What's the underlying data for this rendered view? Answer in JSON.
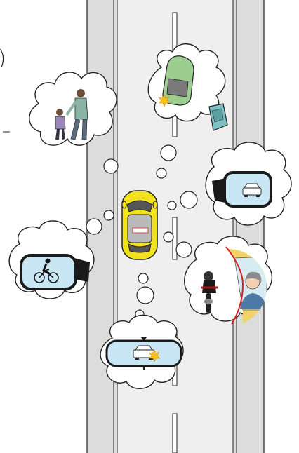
{
  "scene": {
    "road_color": "#ebebeb",
    "sidewalk_color": "#dcdcdc",
    "line_color": "#222222",
    "ego_car_color": "#f2e21c",
    "parked_car_color": "#9ccf8f",
    "open_door_color": "#7cc1c4",
    "mirror_glass_color": "#c9e6f5",
    "mirror_frame_color": "#1a1a1a",
    "cloud_fill": "#ffffff",
    "cloud_stroke": "#222222",
    "collision_flash_color": "#f7c21b",
    "red_edge_color": "#d62020",
    "thoughts": [
      {
        "id": "pedestrian-child-and-adult",
        "icon": "pedestrians-icon"
      },
      {
        "id": "car-door-opening",
        "icon": "car-door-icon"
      },
      {
        "id": "right-side-mirror-car",
        "icon": "side-mirror-icon"
      },
      {
        "id": "left-side-mirror-cyclist",
        "icon": "cyclist-icon"
      },
      {
        "id": "motorcycle-and-driver-blind-spot",
        "icon": "motorcycle-icon"
      },
      {
        "id": "rear-view-mirror-car",
        "icon": "rear-view-mirror-icon"
      }
    ]
  }
}
